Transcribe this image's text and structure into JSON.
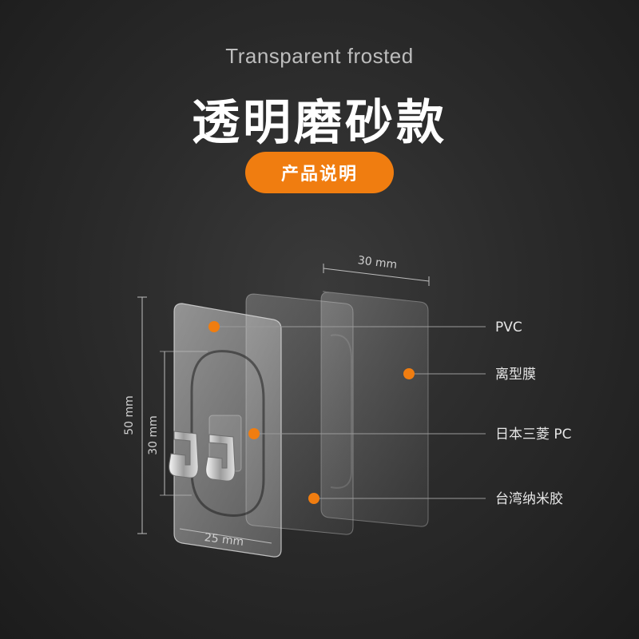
{
  "header": {
    "subtitle": "Transparent frosted",
    "title": "透明磨砂款",
    "pill_label": "产品说明"
  },
  "dimensions": {
    "top_width": "30 mm",
    "height_total": "50 mm",
    "height_hook": "30 mm",
    "bottom_width": "25 mm"
  },
  "callouts": [
    {
      "label": "PVC"
    },
    {
      "label": "离型膜"
    },
    {
      "label": "日本三菱 PC"
    },
    {
      "label": "台湾纳米胶"
    }
  ],
  "colors": {
    "accent": "#f07d10",
    "background": "#2b2b2b",
    "text": "#ffffff"
  }
}
